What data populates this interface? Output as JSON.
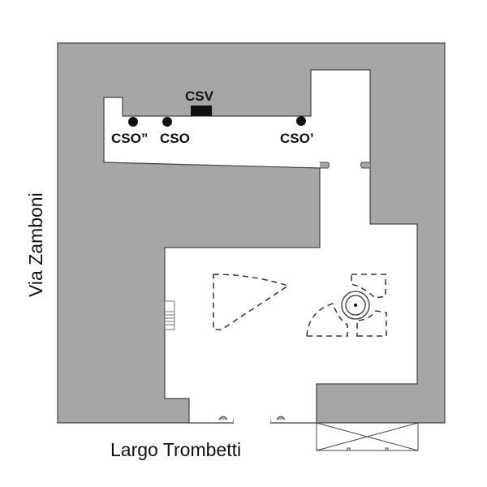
{
  "labels": {
    "csv": "CSV",
    "cso_double": "CSO”",
    "cso": "CSO",
    "cso_prime": "CSO’"
  },
  "streets": {
    "left": "Via Zamboni",
    "bottom": "Largo Trombetti"
  },
  "colors": {
    "wall": "#a6a6a6",
    "outline": "#444444",
    "room": "#ffffff",
    "marker": "#111111"
  }
}
